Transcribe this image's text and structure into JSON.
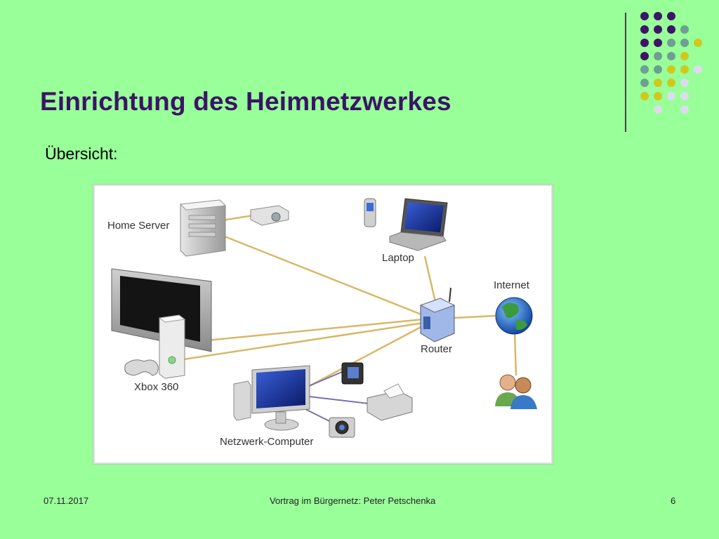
{
  "slide": {
    "title": "Einrichtung des Heimnetzwerkes",
    "subtitle": "Übersicht:"
  },
  "diagram": {
    "labels": {
      "home_server": "Home Server",
      "laptop": "Laptop",
      "internet": "Internet",
      "router": "Router",
      "xbox": "Xbox 360",
      "netzwerk_computer": "Netzwerk-Computer"
    }
  },
  "footer": {
    "date": "07.11.2017",
    "center": "Vortrag im Bürgernetz: Peter Petschenka",
    "page": "6"
  },
  "colors": {
    "background": "#99ff99",
    "title": "#3a1466",
    "link_line": "#d8b868",
    "dot_purple": "#3d1566",
    "dot_teal": "#6f9e94",
    "dot_yellow": "#d1c81e",
    "dot_light": "#dcdcec"
  }
}
